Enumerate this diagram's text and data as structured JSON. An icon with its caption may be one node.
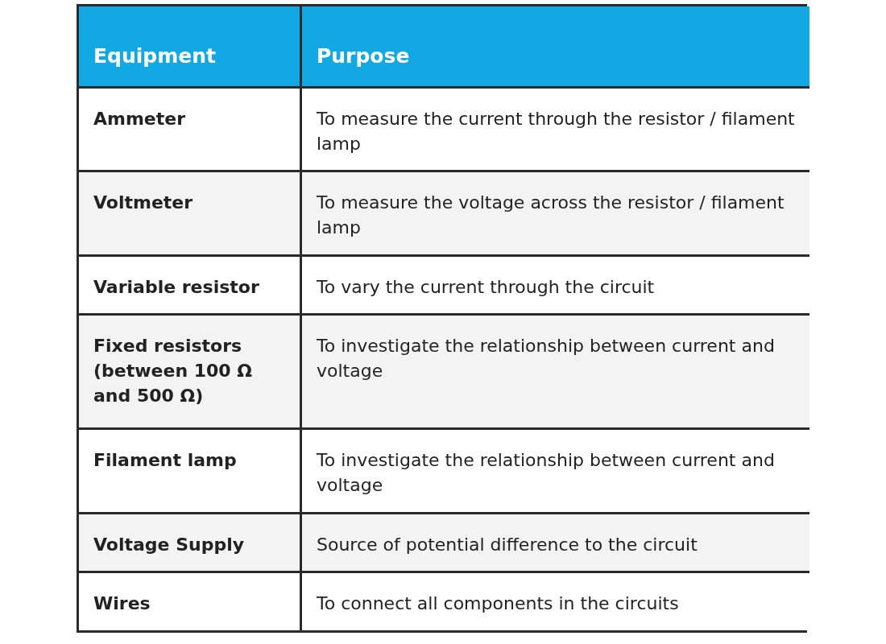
{
  "diagram": {
    "labels": [
      "Equipment",
      "Purpose",
      "Ammeter",
      "To measure the current through the resistor / filament lamp",
      "Voltmeter",
      "To measure the voltage across the resistor / filament lamp",
      "Variable resistor",
      "To vary the current through the circuit",
      "Fixed resistors (between 100 Ω and 500 Ω)",
      "To investigate the relationship between current and voltage",
      "Filament lamp",
      "To investigate the relationship between current and voltage",
      "Voltage Supply",
      "Source of potential difference to the circuit",
      "Wires",
      "To connect all components in the circuits"
    ]
  }
}
